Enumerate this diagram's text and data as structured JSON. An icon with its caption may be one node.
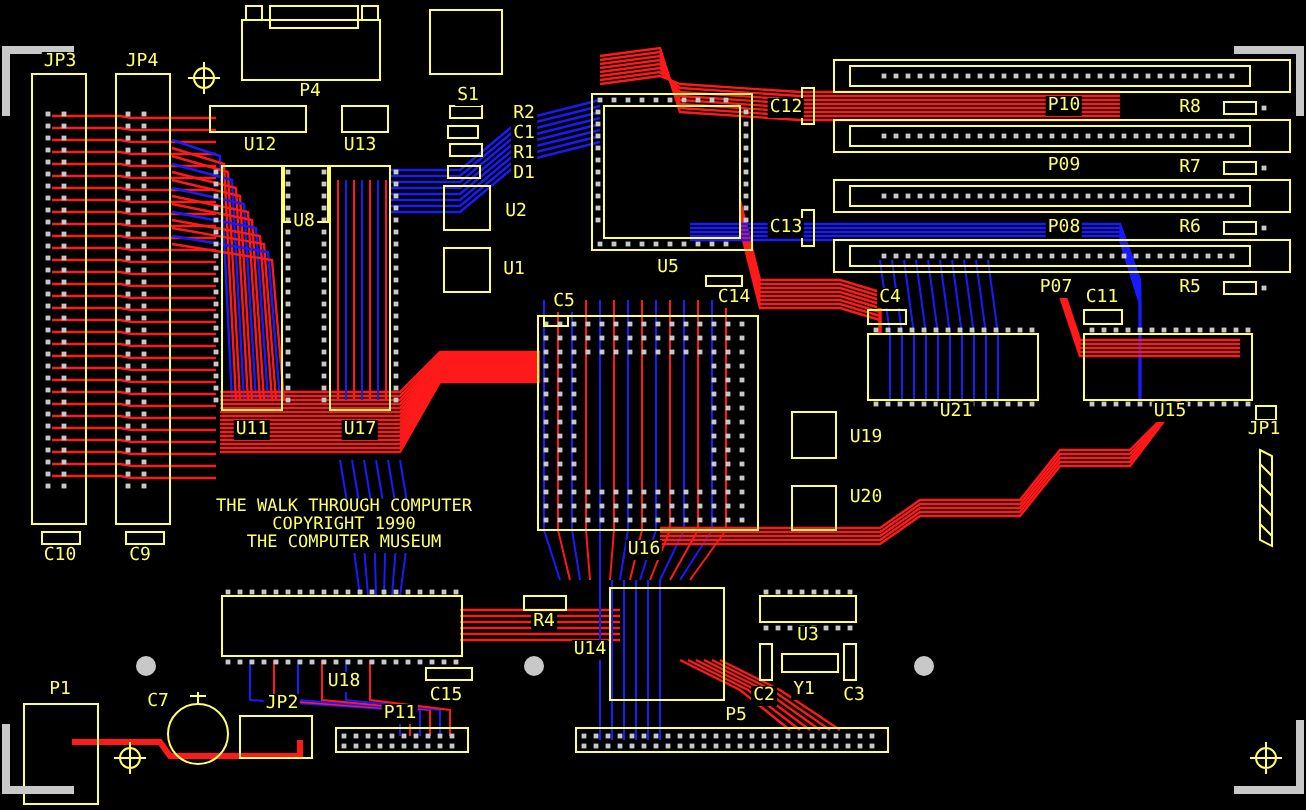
{
  "diagram": {
    "labels": [
      "JP3",
      "JP4",
      "P4",
      "S1",
      "R2",
      "U12",
      "U13",
      "C1",
      "R1",
      "D1",
      "C12",
      "P10",
      "R8",
      "P09",
      "R7",
      "U8",
      "U2",
      "C13",
      "P08",
      "R6",
      "U1",
      "U5",
      "C5",
      "C14",
      "C4",
      "P07",
      "C11",
      "R5",
      "U11",
      "U17",
      "U21",
      "U15",
      "JP1",
      "U19",
      "U20",
      "C10",
      "C9",
      "THE WALK THROUGH COMPUTER",
      "COPYRIGHT 1990",
      "THE COMPUTER MUSEUM",
      "U16",
      "R4",
      "U14",
      "U18",
      "U3",
      "P1",
      "C7",
      "JP2",
      "C15",
      "C2",
      "Y1",
      "C3",
      "P11",
      "P5"
    ]
  }
}
